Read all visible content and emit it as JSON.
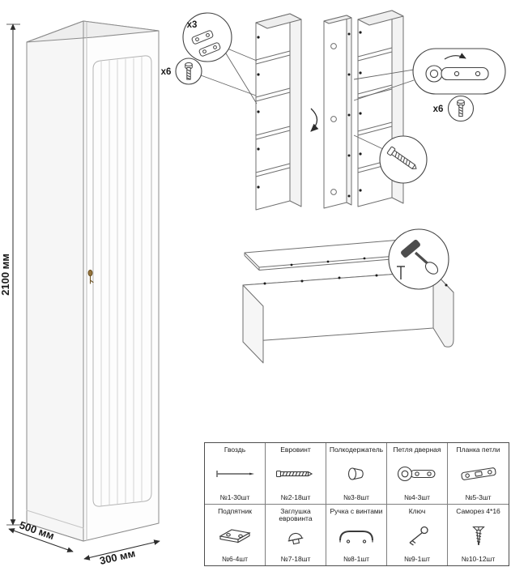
{
  "wardrobe": {
    "dim_height": "2100 мм",
    "dim_depth": "500 мм",
    "dim_width": "300 мм"
  },
  "callouts": {
    "hinge_plate_count": "x3",
    "euroscrew_count_left": "x6",
    "hinge_screw_count": "x6"
  },
  "parts_table": {
    "rows": [
      [
        {
          "name": "Гвоздь",
          "qty": "№1-30шт",
          "icon": "nail-icon"
        },
        {
          "name": "Евровинт",
          "qty": "№2-18шт",
          "icon": "euroscrew-icon"
        },
        {
          "name": "Полкодержатель",
          "qty": "№3-8шт",
          "icon": "shelf-pin-icon"
        },
        {
          "name": "Петля дверная",
          "qty": "№4-3шт",
          "icon": "door-hinge-icon"
        },
        {
          "name": "Планка петли",
          "qty": "№5-3шт",
          "icon": "hinge-plate-icon"
        }
      ],
      [
        {
          "name": "Подпятник",
          "qty": "№6-4шт",
          "icon": "foot-glide-icon"
        },
        {
          "name": "Заглушка евровинта",
          "qty": "№7-18шт",
          "icon": "screw-cap-icon"
        },
        {
          "name": "Ручка с винтами",
          "qty": "№8-1шт",
          "icon": "handle-icon"
        },
        {
          "name": "Ключ",
          "qty": "№9-1шт",
          "icon": "key-icon"
        },
        {
          "name": "Саморез 4*16",
          "qty": "№10-12шт",
          "icon": "screw-icon"
        }
      ]
    ]
  }
}
